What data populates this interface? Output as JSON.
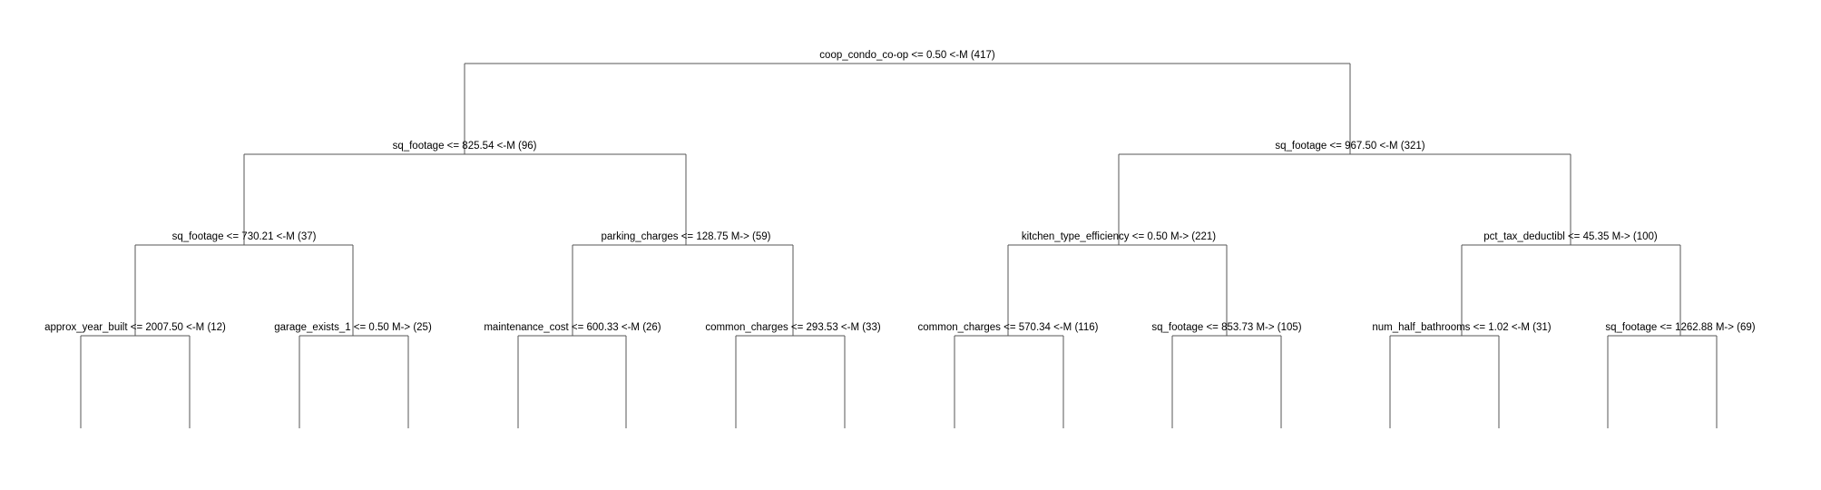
{
  "colors": {
    "background": "#ffffff",
    "edge": "#555555",
    "text": "#000000"
  },
  "tree": {
    "nodes": [
      {
        "id": "n0",
        "label": "coop_condo_co-op <= 0.50 <-M (417)"
      },
      {
        "id": "n1",
        "label": "sq_footage <= 825.54 <-M (96)"
      },
      {
        "id": "n2",
        "label": "sq_footage <= 967.50 <-M (321)"
      },
      {
        "id": "n3",
        "label": "sq_footage <= 730.21 <-M (37)"
      },
      {
        "id": "n4",
        "label": "parking_charges <= 128.75 M-> (59)"
      },
      {
        "id": "n5",
        "label": "kitchen_type_efficiency <= 0.50 M-> (221)"
      },
      {
        "id": "n6",
        "label": "pct_tax_deductibl <= 45.35 M-> (100)"
      },
      {
        "id": "n7",
        "label": "approx_year_built <= 2007.50 <-M (12)"
      },
      {
        "id": "n8",
        "label": "garage_exists_1 <= 0.50 M-> (25)"
      },
      {
        "id": "n9",
        "label": "maintenance_cost <= 600.33 <-M (26)"
      },
      {
        "id": "n10",
        "label": "common_charges <= 293.53 <-M (33)"
      },
      {
        "id": "n11",
        "label": "common_charges <= 570.34 <-M (116)"
      },
      {
        "id": "n12",
        "label": "sq_footage <= 853.73 M-> (105)"
      },
      {
        "id": "n13",
        "label": "num_half_bathrooms <= 1.02 <-M (31)"
      },
      {
        "id": "n14",
        "label": "sq_footage <= 1262.88 M-> (69)"
      }
    ]
  }
}
